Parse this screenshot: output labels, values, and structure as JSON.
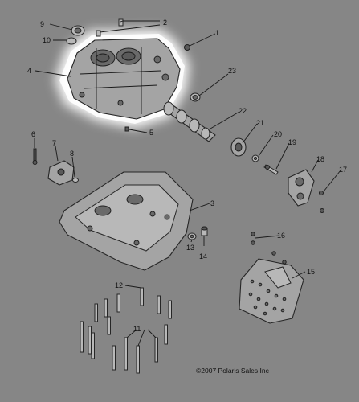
{
  "callouts": [
    {
      "id": "callout-1",
      "text": "1"
    },
    {
      "id": "callout-2",
      "text": "2"
    },
    {
      "id": "callout-3",
      "text": "3"
    },
    {
      "id": "callout-4",
      "text": "4"
    },
    {
      "id": "callout-5",
      "text": "5"
    },
    {
      "id": "callout-6",
      "text": "6"
    },
    {
      "id": "callout-7",
      "text": "7"
    },
    {
      "id": "callout-8",
      "text": "8"
    },
    {
      "id": "callout-9",
      "text": "9"
    },
    {
      "id": "callout-10",
      "text": "10"
    },
    {
      "id": "callout-11",
      "text": "11"
    },
    {
      "id": "callout-12",
      "text": "12"
    },
    {
      "id": "callout-13",
      "text": "13"
    },
    {
      "id": "callout-14",
      "text": "14"
    },
    {
      "id": "callout-15",
      "text": "15"
    },
    {
      "id": "callout-16",
      "text": "16"
    },
    {
      "id": "callout-17",
      "text": "17"
    },
    {
      "id": "callout-18",
      "text": "18"
    },
    {
      "id": "callout-19",
      "text": "19"
    },
    {
      "id": "callout-20",
      "text": "20"
    },
    {
      "id": "callout-21",
      "text": "21"
    },
    {
      "id": "callout-22",
      "text": "22"
    },
    {
      "id": "callout-23",
      "text": "23"
    }
  ],
  "copyright": "©2007 Polaris Sales Inc",
  "highlight_color": "#ffffff",
  "background_color": "#868686"
}
